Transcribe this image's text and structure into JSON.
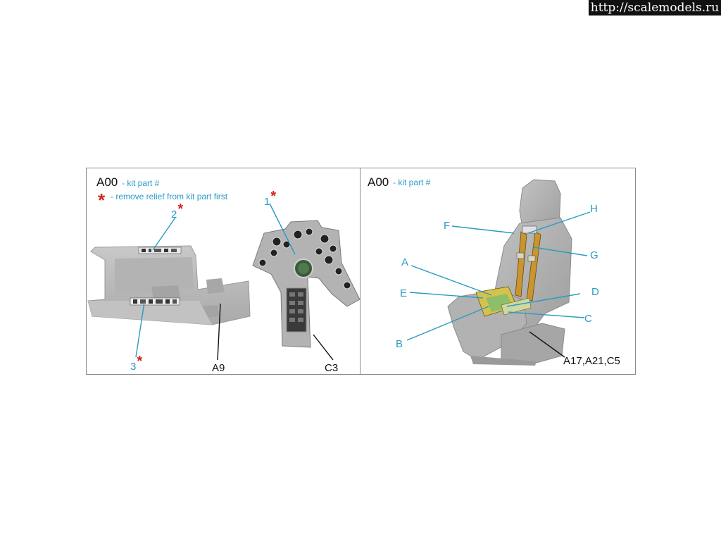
{
  "watermark": "http://scalemodels.ru",
  "left_panel": {
    "legend_code": "A00",
    "legend_code_desc": "- kit part #",
    "legend_star": "*",
    "legend_star_desc": "- remove relief from kit part first",
    "callouts": {
      "c1": "1",
      "c2": "2",
      "c3": "3",
      "star": "*",
      "a9": "A9",
      "c3_part": "C3"
    }
  },
  "right_panel": {
    "legend_code": "A00",
    "legend_code_desc": "- kit part #",
    "callouts": {
      "a": "A",
      "b": "B",
      "c": "C",
      "d": "D",
      "e": "E",
      "f": "F",
      "g": "G",
      "h": "H",
      "seat_parts": "A17,A21,C5"
    }
  },
  "colors": {
    "callout_blue": "#2a9bc4",
    "star_red": "#d3241c",
    "resin_grey": "#b9b9b9",
    "frame_grey": "#8a8a8a"
  }
}
